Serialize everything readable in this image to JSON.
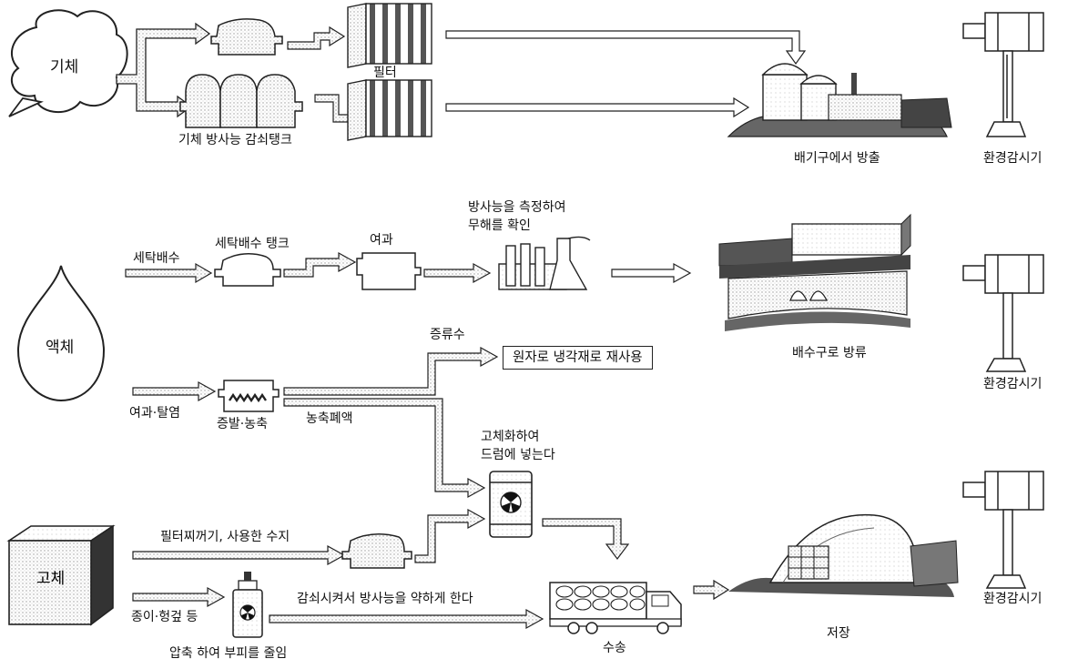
{
  "gas": {
    "shape_label": "기체",
    "filter_label": "필터",
    "tank_caption": "기체 방사능 감쇠탱크",
    "release_caption": "배기구에서 방출",
    "monitor_caption": "환경감시기"
  },
  "liquid": {
    "shape_label": "액체",
    "wash_drain": "세탁배수",
    "wash_tank": "세탁배수 탱크",
    "filtration": "여과",
    "measure_line1": "방사능을 측정하여",
    "measure_line2": "무해를 확인",
    "discharge_caption": "배수구로 방류",
    "monitor_caption": "환경감시기",
    "filter_desalt": "여과·탈염",
    "evaporate": "증발·농축",
    "distillate": "증류수",
    "reuse_box": "원자로 냉각재로 재사용",
    "concentrate": "농축폐액",
    "solidify_line1": "고체화하여",
    "solidify_line2": "드럼에 넣는다"
  },
  "solid": {
    "shape_label": "고체",
    "filter_resin": "필터찌꺼기, 사용한 수지",
    "paper_cloth": "종이·헝겊 등",
    "compress": "압축 하여 부피를 줄임",
    "decay_note": "감쇠시켜서 방사능을 약하게 한다",
    "transport": "수송",
    "storage": "저장",
    "monitor_caption": "환경감시기"
  }
}
